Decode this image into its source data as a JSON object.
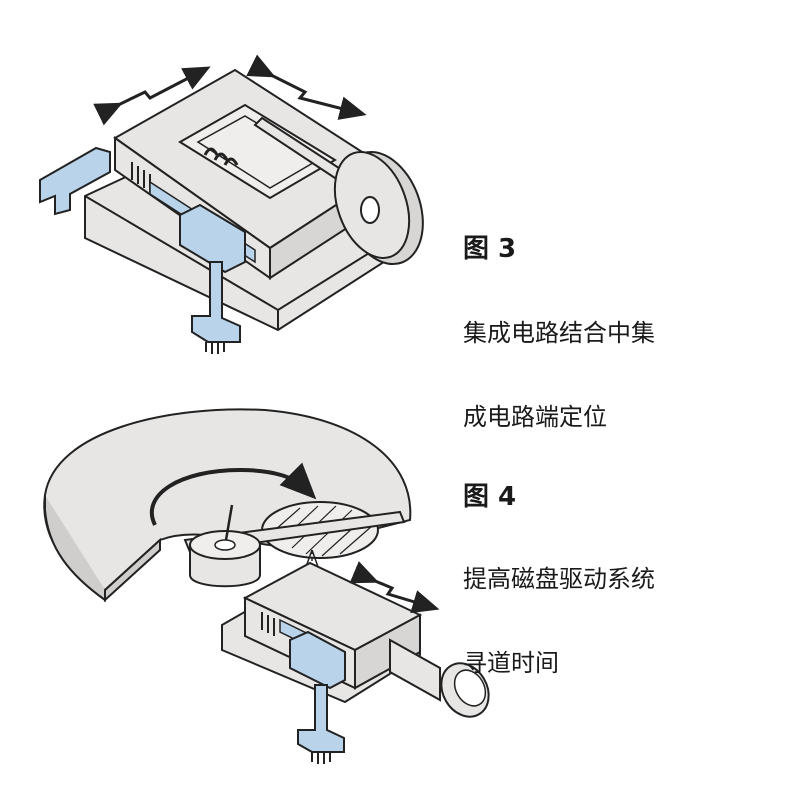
{
  "figure3": {
    "title": "图 3",
    "caption_lines": [
      "集成电路结合中集",
      "成电路端定位"
    ]
  },
  "figure4": {
    "title": "图 4",
    "caption_lines": [
      "提高磁盘驱动系统",
      "寻道时间"
    ]
  },
  "colors": {
    "body_fill": "#e8e6e5",
    "shadow_fill": "#cfcccb",
    "flex_cable": "#b8d3ea",
    "outline": "#222222"
  }
}
